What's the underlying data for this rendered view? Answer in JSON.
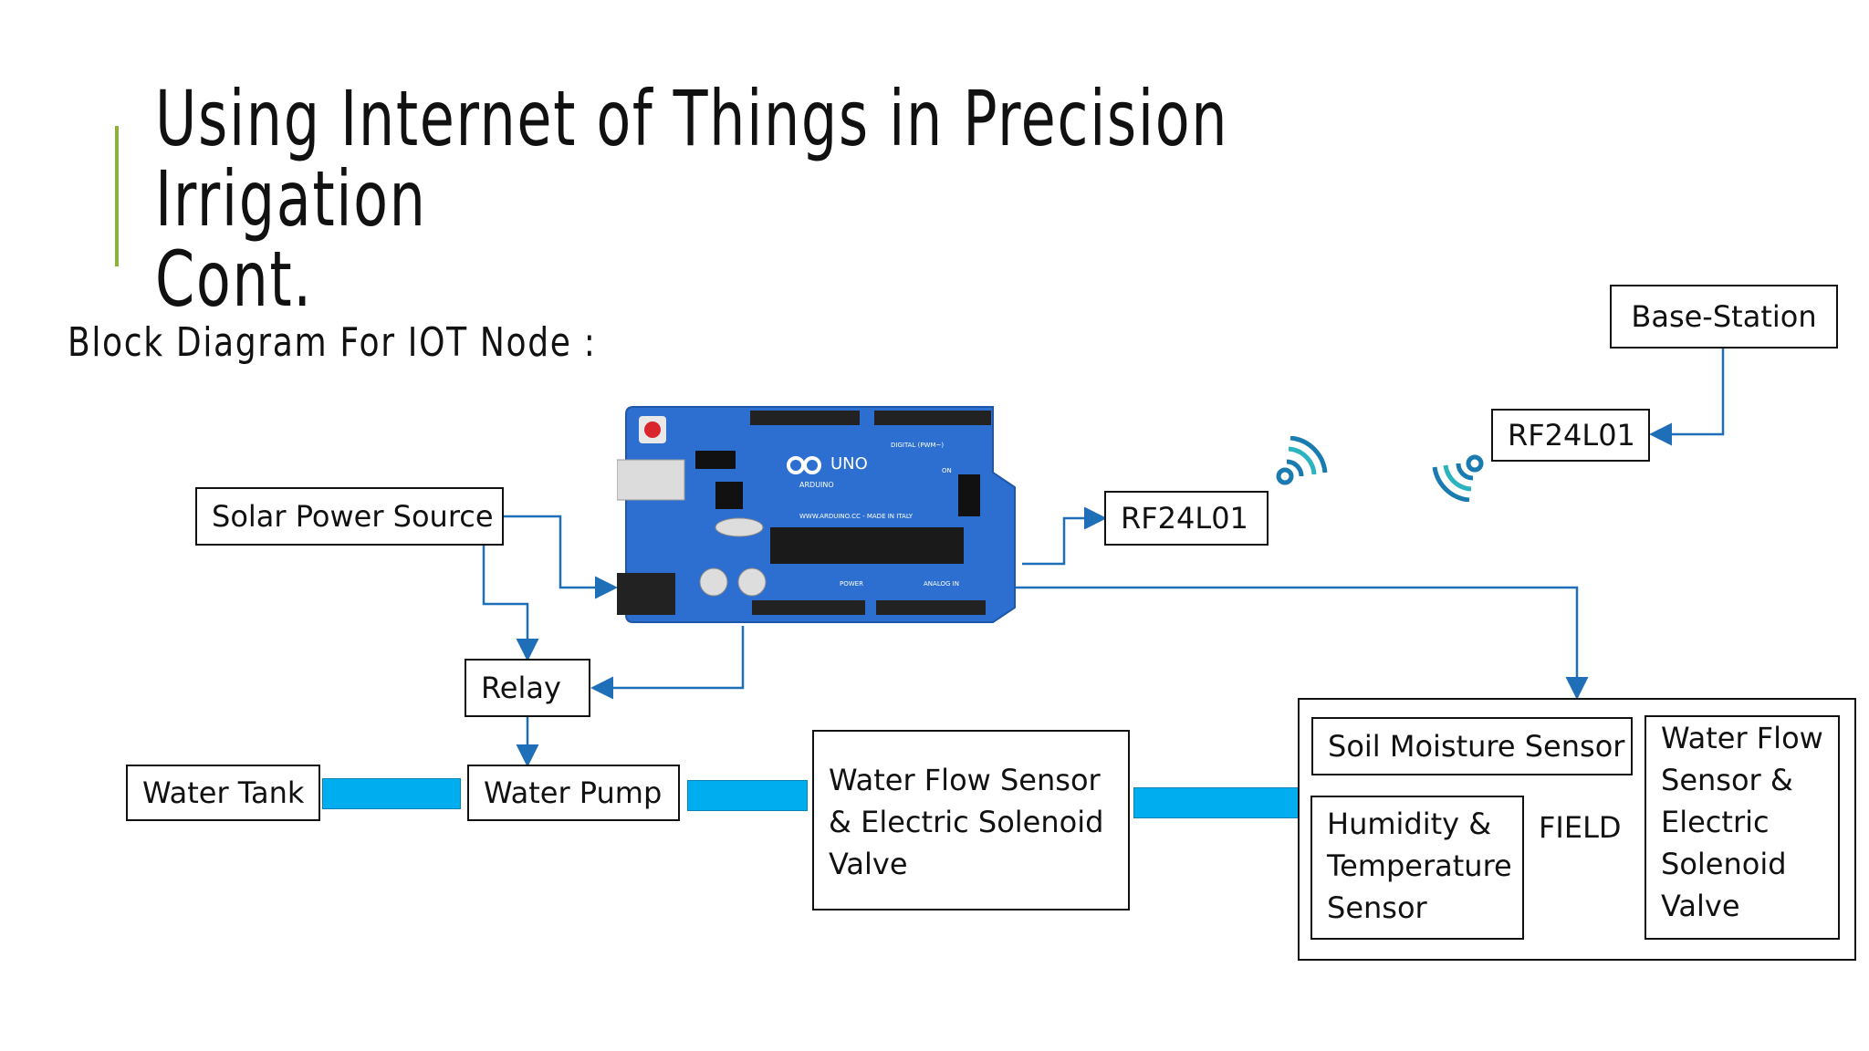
{
  "slide": {
    "title_line1": "Using Internet of Things in Precision Irrigation",
    "title_line2": "Cont.",
    "subtitle": "Block Diagram For IOT Node :"
  },
  "blocks": {
    "solar": "Solar Power Source",
    "relay": "Relay",
    "water_tank": "Water Tank",
    "water_pump": "Water Pump",
    "flow_valve_line1": "Water Flow Sensor",
    "flow_valve_line2": "& Electric Solenoid",
    "flow_valve_line3": "Valve",
    "rf_node": "RF24L01",
    "rf_base": "RF24L01",
    "base_station": "Base-Station",
    "soil": "Soil Moisture Sensor",
    "humidity_line1": "Humidity &",
    "humidity_line2": "Temperature",
    "humidity_line3": "Sensor",
    "field": "FIELD",
    "field_valve_line1": "Water Flow",
    "field_valve_line2": "Sensor &",
    "field_valve_line3": "Electric",
    "field_valve_line4": "Solenoid",
    "field_valve_line5": "Valve"
  },
  "arduino": {
    "brand": "ARDUINO",
    "model": "UNO",
    "site": "WWW.ARDUINO.CC - MADE IN ITALY",
    "digital": "DIGITAL (PWM~)",
    "analog": "ANALOG IN",
    "power": "POWER",
    "on": "ON"
  },
  "colors": {
    "accent": "#8db23a",
    "board": "#2d6fd0",
    "pipe": "#00aeef",
    "connector": "#1f6fb8",
    "wifi": "#1a7bb0"
  }
}
